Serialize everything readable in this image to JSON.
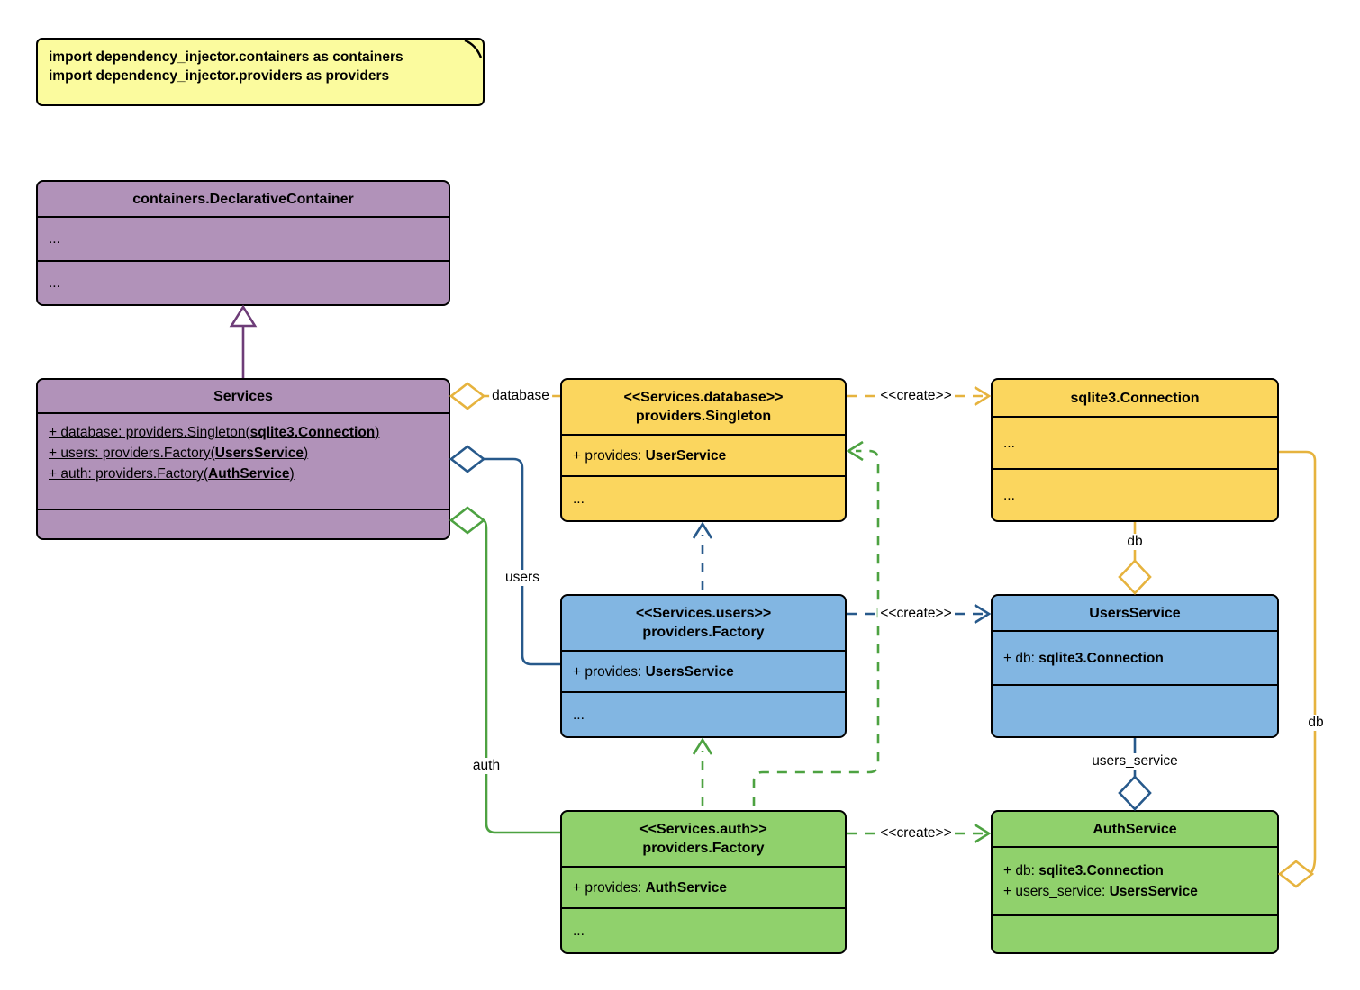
{
  "note": {
    "lines": [
      "import dependency_injector.containers as containers",
      "import dependency_injector.providers as providers"
    ]
  },
  "classes": {
    "declarative_container": {
      "title": "containers.DeclarativeContainer",
      "rows": [
        "...",
        "..."
      ]
    },
    "services": {
      "title": "Services",
      "attrs": [
        {
          "pre": "+ database: providers.Singleton(",
          "bold": "sqlite3.Connection",
          "post": ")"
        },
        {
          "pre": "+ users: providers.Factory(",
          "bold": "UsersService",
          "post": ")"
        },
        {
          "pre": "+ auth: providers.Factory(",
          "bold": "AuthService",
          "post": ")"
        }
      ]
    },
    "database_singleton": {
      "stereotype": "<<Services.database>>",
      "title": "providers.Singleton",
      "attr_pre": "+ provides: ",
      "attr_bold": "UserService",
      "dots": "..."
    },
    "sqlite_connection": {
      "title": "sqlite3.Connection",
      "rows": [
        "...",
        "..."
      ]
    },
    "users_factory": {
      "stereotype": "<<Services.users>>",
      "title": "providers.Factory",
      "attr_pre": "+ provides: ",
      "attr_bold": "UsersService",
      "dots": "..."
    },
    "users_service": {
      "title": "UsersService",
      "attr_pre": "+ db: ",
      "attr_bold": "sqlite3.Connection"
    },
    "auth_factory": {
      "stereotype": "<<Services.auth>>",
      "title": "providers.Factory",
      "attr_pre": "+ provides: ",
      "attr_bold": "AuthService",
      "dots": "..."
    },
    "auth_service": {
      "title": "AuthService",
      "attrs": [
        {
          "pre": "+ db: ",
          "bold": "sqlite3.Connection"
        },
        {
          "pre": "+ users_service: ",
          "bold": "UsersService"
        }
      ]
    }
  },
  "edge_labels": {
    "database": "database",
    "users": "users",
    "auth": "auth",
    "db_vertical": "db",
    "db_right": "db",
    "users_service": "users_service",
    "create": "<<create>>"
  },
  "colors": {
    "purple-fill": "#B192B9",
    "yellow-fill": "#FBD65E",
    "blue-fill": "#82B6E2",
    "green-fill": "#90D16C",
    "note-fill": "#FBFB9E",
    "purple-line": "#6E3D78",
    "yellow-line": "#E6B33E",
    "blue-line": "#27598B",
    "green-line": "#4DA241",
    "border": "#000000"
  }
}
